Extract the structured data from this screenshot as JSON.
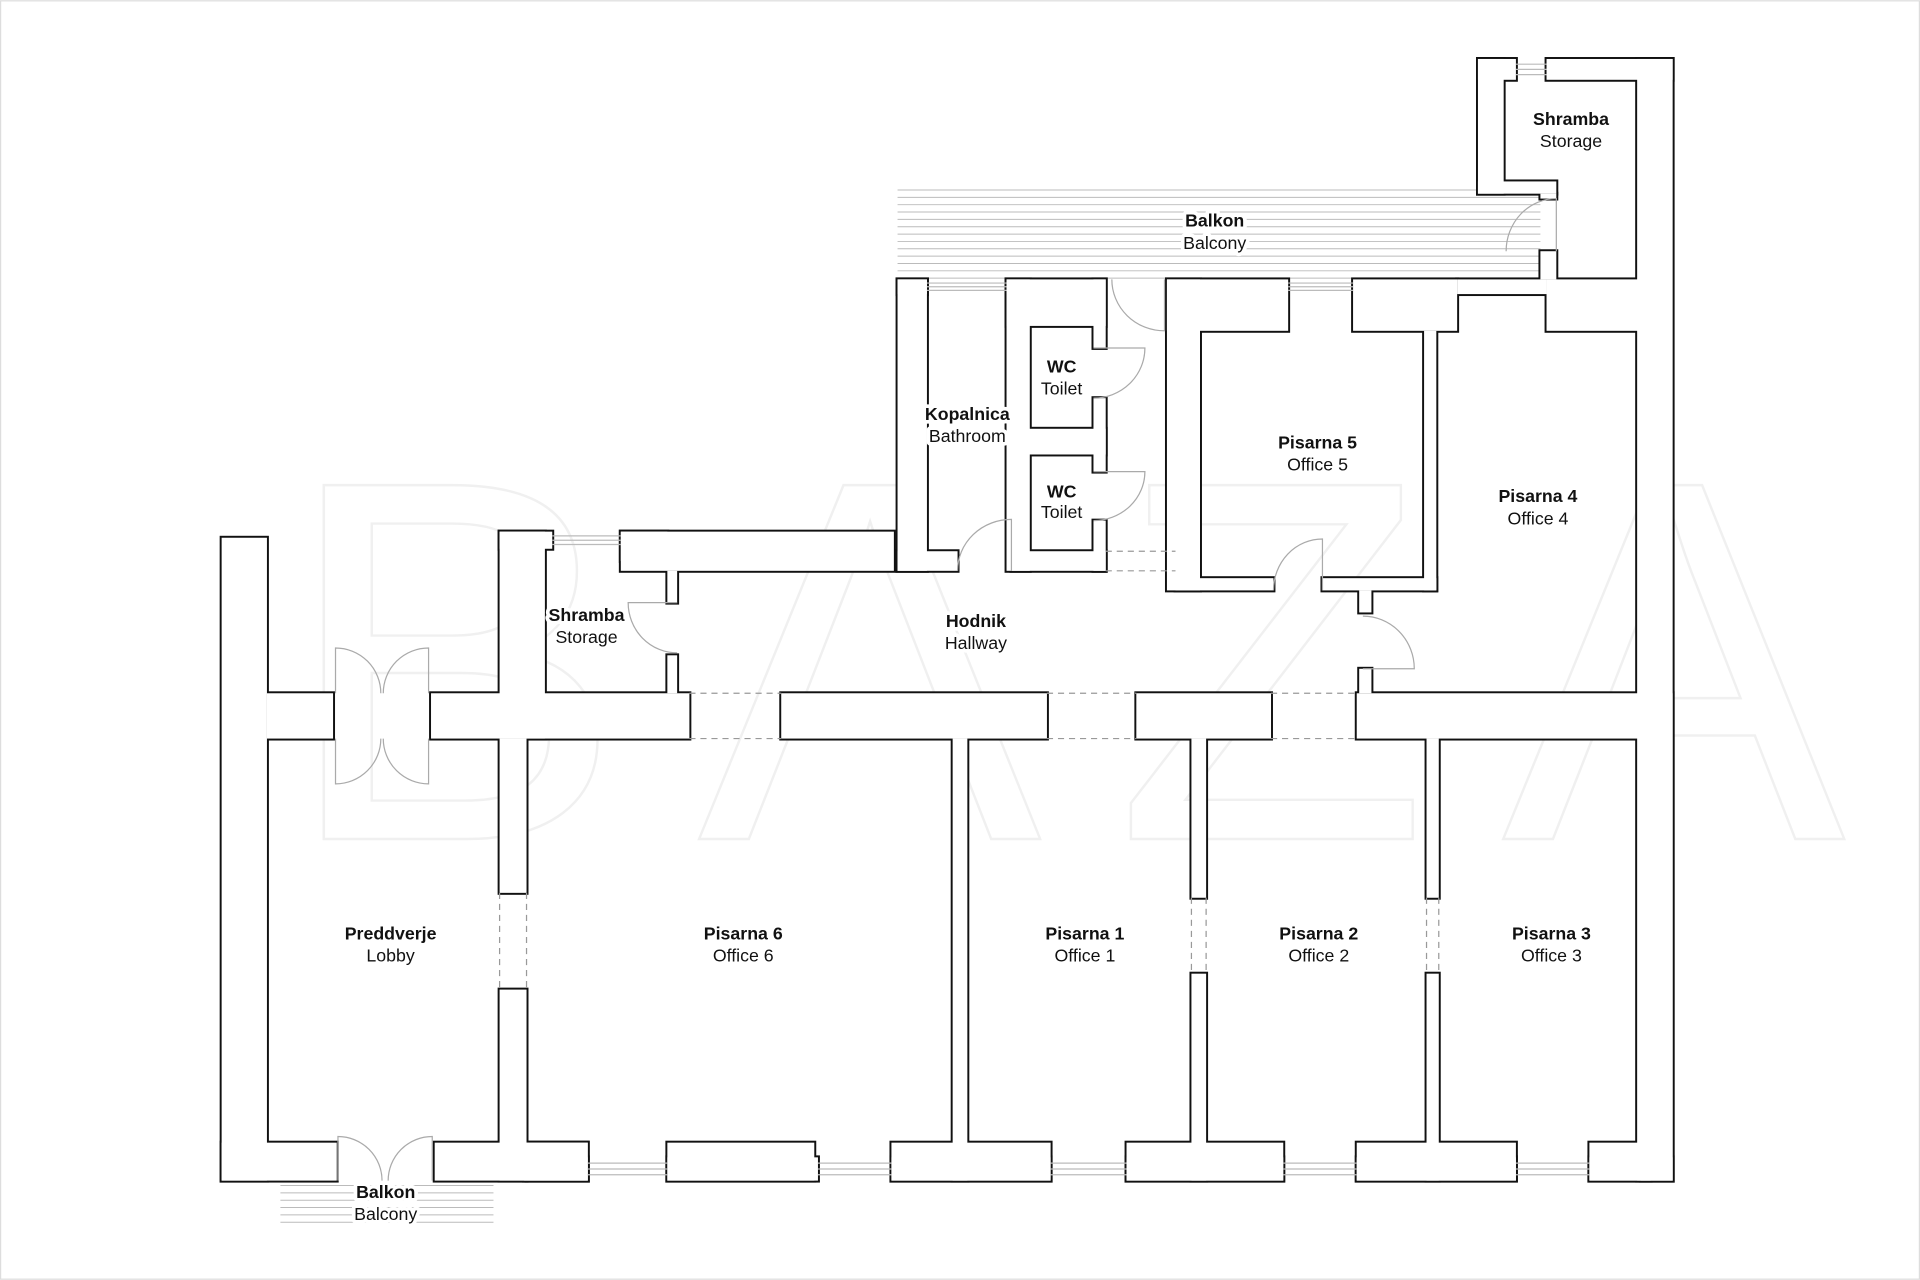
{
  "watermark": "BAZA",
  "colors": {
    "wall": "#111111",
    "door": "#aaaaaa",
    "background": "#ffffff"
  },
  "rooms": [
    {
      "id": "storage-top",
      "name": "Shramba",
      "name_en": "Storage"
    },
    {
      "id": "balcony-top",
      "name": "Balkon",
      "name_en": "Balcony"
    },
    {
      "id": "wc-1",
      "name": "WC",
      "name_en": "Toilet"
    },
    {
      "id": "wc-2",
      "name": "WC",
      "name_en": "Toilet"
    },
    {
      "id": "bathroom",
      "name": "Kopalnica",
      "name_en": "Bathroom"
    },
    {
      "id": "office-5",
      "name": "Pisarna 5",
      "name_en": "Office 5"
    },
    {
      "id": "office-4",
      "name": "Pisarna 4",
      "name_en": "Office 4"
    },
    {
      "id": "storage-left",
      "name": "Shramba",
      "name_en": "Storage"
    },
    {
      "id": "hallway",
      "name": "Hodnik",
      "name_en": "Hallway"
    },
    {
      "id": "lobby",
      "name": "Preddverje",
      "name_en": "Lobby"
    },
    {
      "id": "office-6",
      "name": "Pisarna 6",
      "name_en": "Office 6"
    },
    {
      "id": "office-1",
      "name": "Pisarna 1",
      "name_en": "Office 1"
    },
    {
      "id": "office-2",
      "name": "Pisarna 2",
      "name_en": "Office 2"
    },
    {
      "id": "office-3",
      "name": "Pisarna 3",
      "name_en": "Office 3"
    },
    {
      "id": "balcony-bottom",
      "name": "Balkon",
      "name_en": "Balcony"
    }
  ]
}
